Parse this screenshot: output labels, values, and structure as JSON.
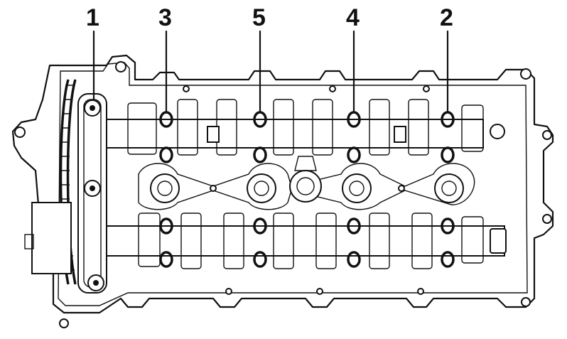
{
  "diagram": {
    "callouts": [
      {
        "label": "1"
      },
      {
        "label": "3"
      },
      {
        "label": "5"
      },
      {
        "label": "4"
      },
      {
        "label": "2"
      }
    ]
  }
}
